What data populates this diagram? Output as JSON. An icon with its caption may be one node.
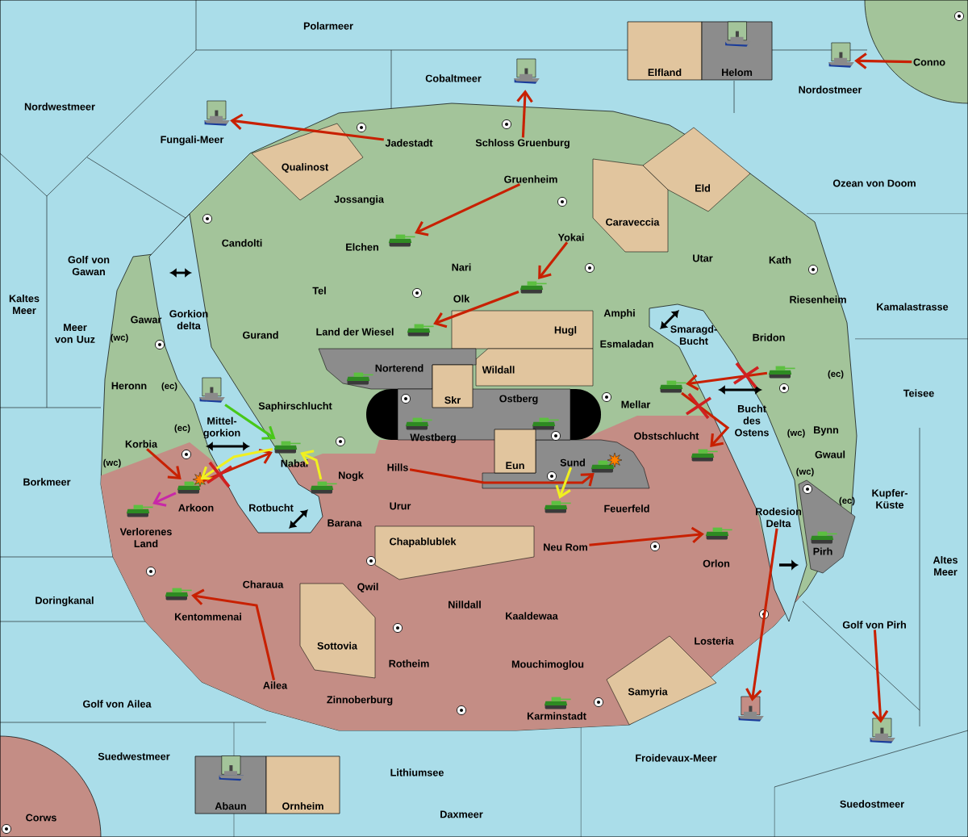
{
  "diagram": {
    "nodes": [
      {
        "text": [
          "Polarmeer"
        ]
      },
      {
        "text": [
          "Elfland"
        ]
      },
      {
        "text": [
          "Helom"
        ]
      },
      {
        "text": [],
        "shape": "picture",
        "in": 2
      },
      {
        "text": [
          "Conno"
        ]
      },
      {
        "text": [
          "Nordostmeer"
        ]
      },
      {
        "text": [],
        "shape": "picture"
      },
      {
        "text": [
          "Cobaltmeer"
        ]
      },
      {
        "text": [],
        "shape": "picture"
      },
      {
        "text": [
          "Nordwestmeer"
        ]
      },
      {
        "text": [
          "Fungali-Meer"
        ]
      },
      {
        "text": [],
        "shape": "picture"
      },
      {
        "text": [
          "Jadestadt"
        ]
      },
      {
        "text": [
          "Schloss Gruenburg"
        ]
      },
      {
        "text": [
          "Qualinost"
        ]
      },
      {
        "text": [
          "Gruenheim"
        ]
      },
      {
        "text": [
          "Eld"
        ]
      },
      {
        "text": [
          "Ozean von Doom"
        ]
      },
      {
        "text": [
          "Jossangia"
        ]
      },
      {
        "text": [
          "Caraveccia"
        ]
      },
      {
        "text": [
          "Candolti"
        ]
      },
      {
        "text": [
          "Elchen"
        ]
      },
      {
        "text": [],
        "shape": "picture"
      },
      {
        "text": [
          "Yokai"
        ]
      },
      {
        "text": [
          "Utar"
        ]
      },
      {
        "text": [
          "Kath"
        ]
      },
      {
        "text": [
          "Golf von Gawan"
        ]
      },
      {
        "text": [
          "Nari"
        ]
      },
      {
        "text": [
          "Tel"
        ]
      },
      {
        "text": [],
        "shape": "picture"
      },
      {
        "text": [
          "Olk"
        ]
      },
      {
        "text": [
          "Kaltes Meer"
        ]
      },
      {
        "text": [
          "Riesenheim"
        ]
      },
      {
        "text": [
          "Kamalastrasse"
        ]
      },
      {
        "text": [
          "Amphi"
        ]
      },
      {
        "text": [
          "Gawar"
        ]
      },
      {
        "text": [
          "Gorkion delta"
        ]
      },
      {
        "text": [
          "Meer von Uuz"
        ]
      },
      {
        "text": [
          "Gurand"
        ]
      },
      {
        "text": [
          "Land der Wiesel"
        ]
      },
      {
        "text": [],
        "shape": "picture"
      },
      {
        "text": [
          "Hugl"
        ]
      },
      {
        "text": [
          "Smaragd- Bucht"
        ]
      },
      {
        "text": [
          "Esmaladan"
        ]
      },
      {
        "text": [
          "Bridon"
        ]
      },
      {
        "text": [
          "Norterend"
        ]
      },
      {
        "text": [],
        "shape": "picture"
      },
      {
        "text": [
          "Wildall"
        ]
      },
      {
        "text": [],
        "shape": "picture"
      },
      {
        "text": [],
        "shape": "picture"
      },
      {
        "text": [
          "Heronn"
        ]
      },
      {
        "text": [
          "Teisee"
        ]
      },
      {
        "text": [
          "Skr"
        ]
      },
      {
        "text": [
          "Ostberg"
        ]
      },
      {
        "text": [
          "Saphirschlucht"
        ]
      },
      {
        "text": [
          "Mellar"
        ]
      },
      {
        "text": [],
        "shape": "picture"
      },
      {
        "text": [
          "Bucht des Ostens"
        ]
      },
      {
        "text": [
          "Mittel- gorkion"
        ]
      },
      {
        "text": [
          "Westberg"
        ]
      },
      {
        "text": [],
        "shape": "picture"
      },
      {
        "text": [],
        "shape": "picture"
      },
      {
        "text": [
          "Obstschlucht"
        ]
      },
      {
        "text": [
          "Bynn"
        ]
      },
      {
        "text": [
          "Korbia"
        ]
      },
      {
        "text": [],
        "shape": "picture"
      },
      {
        "text": [
          "Nabai"
        ]
      },
      {
        "text": [],
        "shape": "picture"
      },
      {
        "text": [
          "Eun"
        ]
      },
      {
        "text": [
          "Sund"
        ]
      },
      {
        "text": [
          "Hills"
        ]
      },
      {
        "text": [
          "Gwaul"
        ]
      },
      {
        "text": [
          "Nogk"
        ]
      },
      {
        "text": [],
        "shape": "picture"
      },
      {
        "text": [],
        "shape": "picture"
      },
      {
        "text": [
          "Borkmeer"
        ]
      },
      {
        "text": [
          "Kupfer- Küste"
        ]
      },
      {
        "text": [],
        "shape": "picture"
      },
      {
        "text": [
          "Arkoon"
        ]
      },
      {
        "text": [
          "Rotbucht"
        ]
      },
      {
        "text": [
          "Urur"
        ]
      },
      {
        "text": [],
        "shape": "picture"
      },
      {
        "text": [
          "Feuerfeld"
        ]
      },
      {
        "text": [
          "Rodesion Delta"
        ]
      },
      {
        "text": [
          "Barana"
        ]
      },
      {
        "text": [],
        "shape": "picture"
      },
      {
        "text": [
          "Verlorenes Land"
        ]
      },
      {
        "text": [
          "Chapablublek"
        ]
      },
      {
        "text": [],
        "shape": "picture"
      },
      {
        "text": [
          "Neu Rom"
        ]
      },
      {
        "text": [
          "Pirh"
        ]
      },
      {
        "text": [
          "Orlon"
        ]
      },
      {
        "text": [
          "Altes Meer"
        ]
      },
      {
        "text": [
          "Charaua"
        ]
      },
      {
        "text": [
          "Qwil"
        ]
      },
      {
        "text": [],
        "shape": "picture"
      },
      {
        "text": [
          "Doringkanal"
        ]
      },
      {
        "text": [
          "Nilldall"
        ]
      },
      {
        "text": [
          "Kentommenai"
        ]
      },
      {
        "text": [
          "Kaaldewaa"
        ]
      },
      {
        "text": [
          "Golf von Pirh"
        ]
      },
      {
        "text": [
          "Losteria"
        ]
      },
      {
        "text": [
          "Sottovia"
        ]
      },
      {
        "text": [
          "Rotheim"
        ]
      },
      {
        "text": [
          "Mouchimoglou"
        ]
      },
      {
        "text": [
          "Ailea"
        ]
      },
      {
        "text": [
          "Samyria"
        ]
      },
      {
        "text": [
          "Zinnoberburg"
        ]
      },
      {
        "text": [],
        "shape": "picture"
      },
      {
        "text": [
          "Golf von Ailea"
        ]
      },
      {
        "text": [
          "Karminstadt"
        ]
      },
      {
        "text": [],
        "shape": "picture"
      },
      {
        "text": [],
        "shape": "picture"
      },
      {
        "text": [
          "Suedwestmeer"
        ]
      },
      {
        "text": [
          "Froidevaux-Meer"
        ]
      },
      {
        "text": [
          "Abaun"
        ]
      },
      {
        "text": [],
        "shape": "picture",
        "in": 115
      },
      {
        "text": [
          "Ornheim"
        ]
      },
      {
        "text": [
          "Lithiumsee"
        ]
      },
      {
        "text": [
          "Suedostmeer"
        ]
      },
      {
        "text": [
          "Daxmeer"
        ]
      },
      {
        "text": [
          "Corws"
        ]
      },
      {
        "text": [],
        "shape": "picture"
      }
    ],
    "edges": [
      {
        "from": 12,
        "to": 11,
        "arrow": "to"
      },
      {
        "from": 13,
        "to": 8,
        "arrow": "to"
      },
      {
        "from": 4,
        "to": 6,
        "arrow": "to"
      },
      {
        "from": 15,
        "to": 22,
        "arrow": "to"
      },
      {
        "from": 23,
        "to": 29,
        "arrow": "to"
      },
      {
        "from": 29,
        "to": 40,
        "arrow": "to"
      },
      {
        "from": 48,
        "to": 49,
        "arrow": "to"
      },
      {
        "from": 49,
        "to": 122,
        "arrow": "to"
      },
      {
        "from": 70,
        "to": 67,
        "arrow": "to"
      },
      {
        "from": 69,
        "to": 81,
        "arrow": "to",
        "color": "#f0f020"
      },
      {
        "from": 89,
        "to": 85,
        "arrow": "to"
      },
      {
        "from": 83,
        "to": 111,
        "arrow": "to"
      },
      {
        "from": 100,
        "to": 112,
        "arrow": "to"
      },
      {
        "from": 105,
        "to": 95,
        "arrow": "to"
      },
      {
        "from": 73,
        "to": 77,
        "arrow": "to",
        "color": "#c828a8"
      },
      {
        "from": 64,
        "to": 73,
        "arrow": "to"
      },
      {
        "from": 73,
        "to": 65,
        "arrow": "to"
      },
      {
        "from": 65,
        "to": 73,
        "arrow": "to",
        "color": "#f0f020"
      },
      {
        "from": 74,
        "to": 65,
        "arrow": "to",
        "color": "#f0f020"
      },
      {
        "from": 56,
        "to": 65,
        "arrow": "to",
        "color": "#48c818"
      }
    ],
    "labels": [
      "(wc)",
      "(ec)",
      "(ec)",
      "(ec)",
      "(wc)",
      "(wc)",
      "(wc)",
      "(ec)"
    ]
  }
}
